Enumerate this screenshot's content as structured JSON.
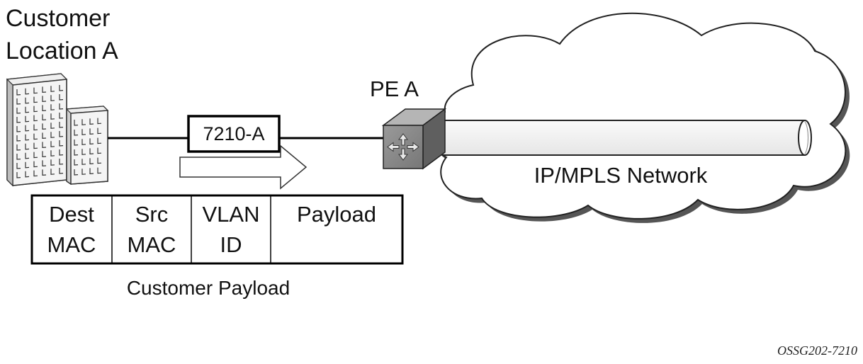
{
  "site": {
    "title_line1": "Customer",
    "title_line2": "Location A"
  },
  "device": {
    "label": "7210-A"
  },
  "pe": {
    "label": "PE A"
  },
  "network": {
    "label": "IP/MPLS Network"
  },
  "frame": {
    "fields": [
      {
        "line1": "Dest",
        "line2": "MAC"
      },
      {
        "line1": "Src",
        "line2": "MAC"
      },
      {
        "line1": "VLAN",
        "line2": "ID"
      },
      {
        "line1": "Payload",
        "line2": ""
      }
    ],
    "caption": "Customer Payload"
  },
  "figure_id": "OSSG202-7210",
  "icons": {
    "building": "office-building-icon",
    "router": "router-cube-icon",
    "cloud": "cloud-icon",
    "tunnel": "tunnel-pipe-icon",
    "arrow": "direction-arrow-icon"
  }
}
